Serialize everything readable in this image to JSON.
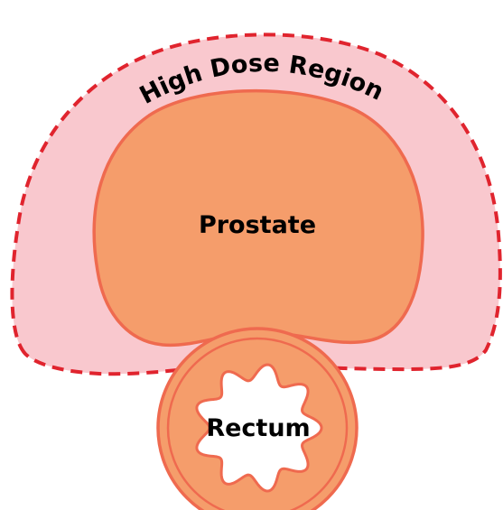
{
  "labels": {
    "high_dose_region": "High Dose Region",
    "prostate": "Prostate",
    "rectum": "Rectum"
  },
  "colors": {
    "high_dose_fill": "#f9c8ce",
    "high_dose_border": "#e0242e",
    "prostate_fill": "#f59d6b",
    "prostate_border": "#ef6a4f",
    "rectum_fill": "#f59d6b",
    "rectum_border": "#ef6a4f",
    "rectum_lumen": "#ffffff"
  }
}
